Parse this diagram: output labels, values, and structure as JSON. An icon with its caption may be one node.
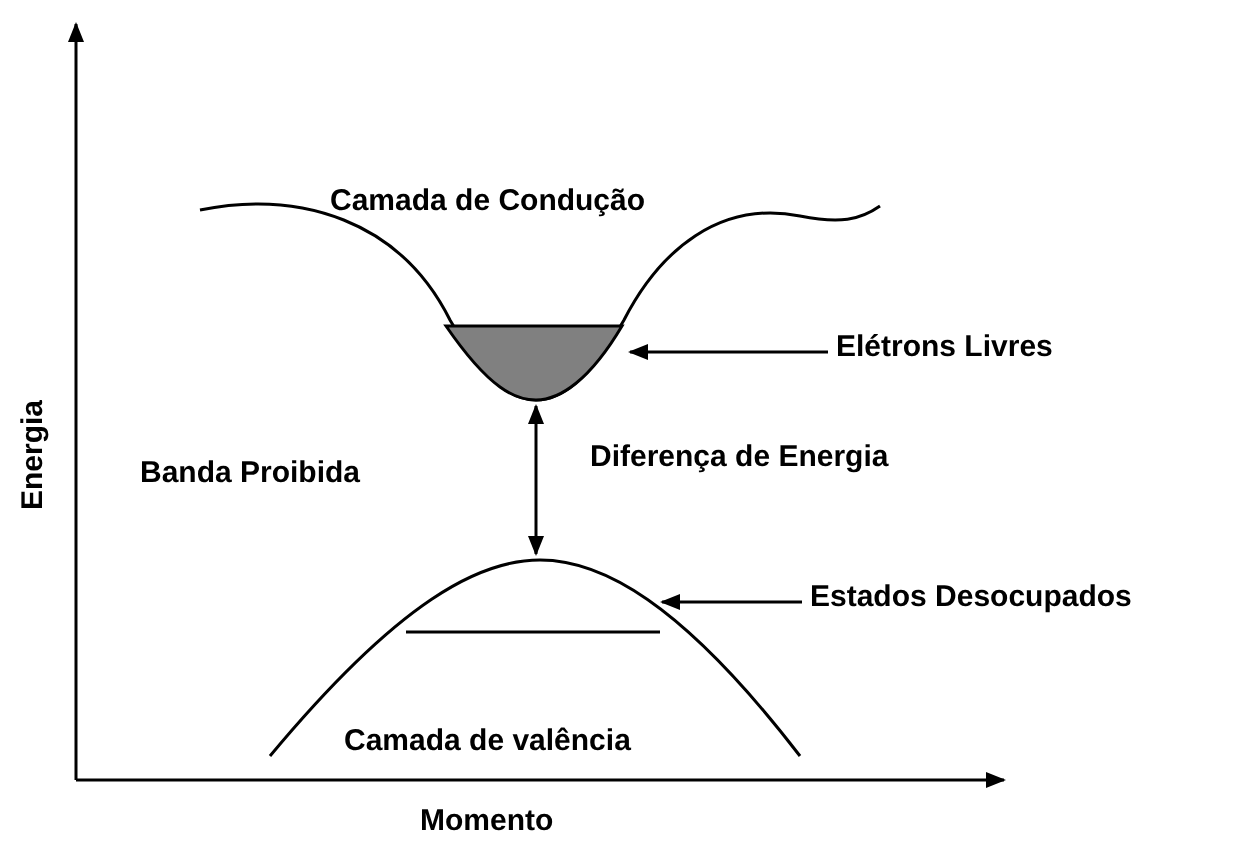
{
  "diagram": {
    "nodes": [
      {
        "text": [
          "Camada de Condução"
        ]
      },
      {
        "text": [],
        "shape": "picture",
        "in": 0
      },
      {
        "text": [
          "Elétrons Livres"
        ]
      },
      {
        "text": [],
        "shape": "picture",
        "in": 5
      },
      {
        "text": [
          "Estados Desocupados"
        ]
      },
      {
        "text": [
          "Camada de valência"
        ]
      }
    ],
    "edges": [
      {
        "from": 2,
        "to": 1,
        "arrow": "to"
      },
      {
        "from": 4,
        "to": 3,
        "arrow": "to"
      },
      {
        "from": 1,
        "to": 5,
        "arrow": "both",
        "label": "Diferença de Energia"
      }
    ],
    "labels": [
      "Energia",
      "Banda Proibida",
      "Momento"
    ]
  }
}
